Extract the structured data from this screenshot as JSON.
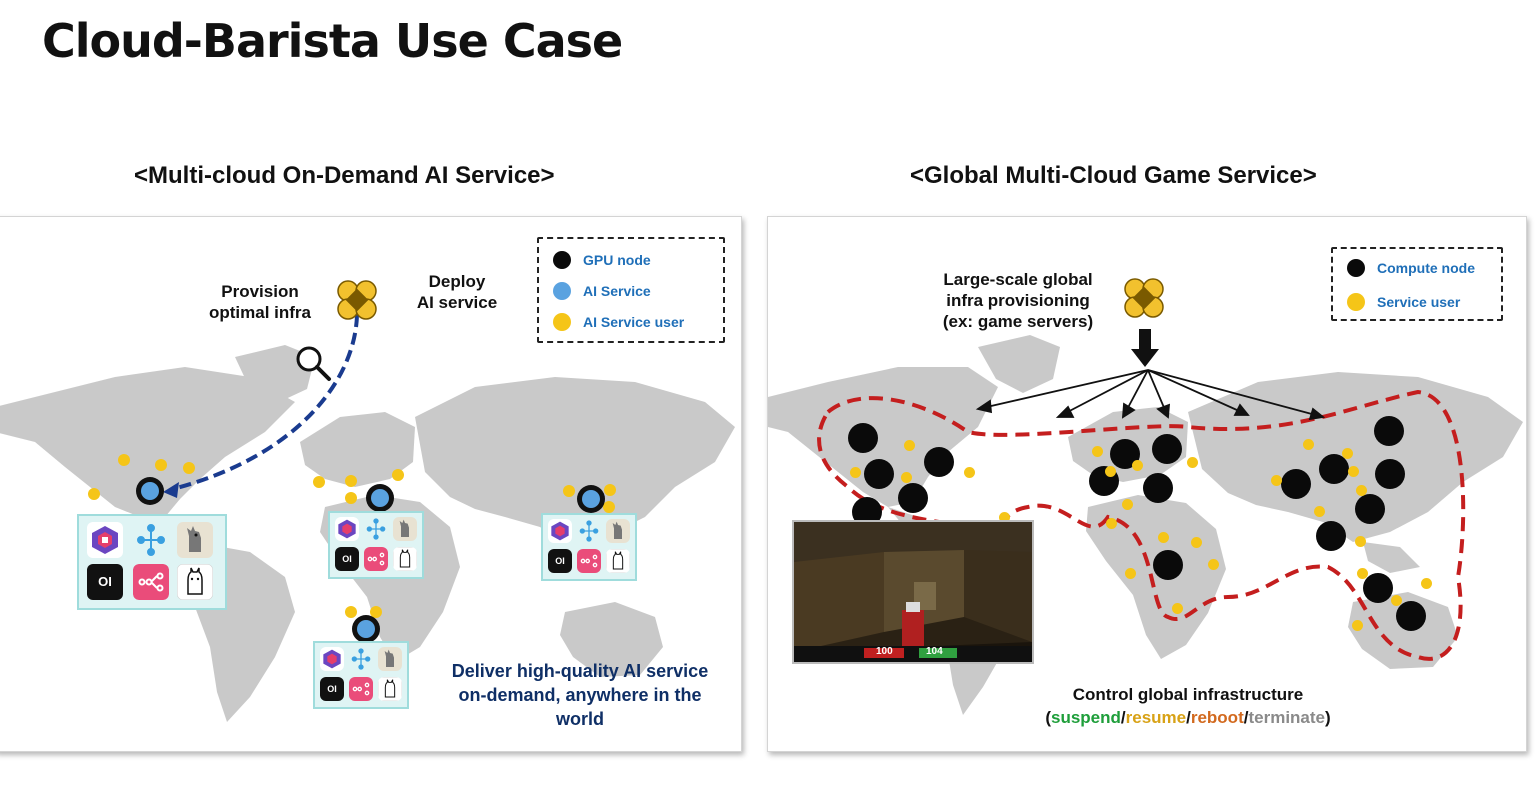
{
  "page": {
    "title": "Cloud-Barista Use Case"
  },
  "left": {
    "section_title": "<Multi-cloud On-Demand AI Service>",
    "provision_text": "Provision optimal infra",
    "provision_line1": "Provision",
    "provision_line2": "optimal infra",
    "deploy_line1": "Deploy",
    "deploy_line2": "AI service",
    "legend": [
      {
        "label": "GPU node",
        "color": "#0a0a0a",
        "icon": "black-dot"
      },
      {
        "label": "AI Service",
        "color": "#5aa2e0",
        "icon": "blue-dot"
      },
      {
        "label": "AI Service user",
        "color": "#f5c518",
        "icon": "yellow-dot"
      }
    ],
    "tagline_line1": "Deliver high-quality AI service",
    "tagline_line2": "on-demand, anywhere in the",
    "tagline_line3": "world",
    "tool_icons": [
      "cube-logo-icon",
      "workflow-graph-icon",
      "llama-photo-icon",
      "oi-logo-icon",
      "pink-flow-logo-icon",
      "llama-logo-icon"
    ],
    "oi_label": "OI"
  },
  "right": {
    "section_title": "<Global Multi-Cloud Game Service>",
    "provision_line1": "Large-scale global",
    "provision_line2": "infra provisioning",
    "provision_line3": "(ex: game servers)",
    "legend": [
      {
        "label": "Compute node",
        "color": "#0a0a0a",
        "icon": "black-dot"
      },
      {
        "label": "Service user",
        "color": "#f5c518",
        "icon": "yellow-dot"
      }
    ],
    "control_title": "Control global infrastructure",
    "control_open": "(",
    "control_sep": "/",
    "control_close": ")",
    "actions": [
      {
        "label": "suspend",
        "color": "#1e9e3a"
      },
      {
        "label": "resume",
        "color": "#d8a216"
      },
      {
        "label": "reboot",
        "color": "#d2691e"
      },
      {
        "label": "terminate",
        "color": "#8a8a8a"
      }
    ],
    "hud_health": "100",
    "hud_armor": "104"
  },
  "colors": {
    "map_land": "#c9c9c9",
    "route_arrow": "#1a3b8f",
    "region_outline": "#c41e1e",
    "clover": "#f2c12e"
  }
}
